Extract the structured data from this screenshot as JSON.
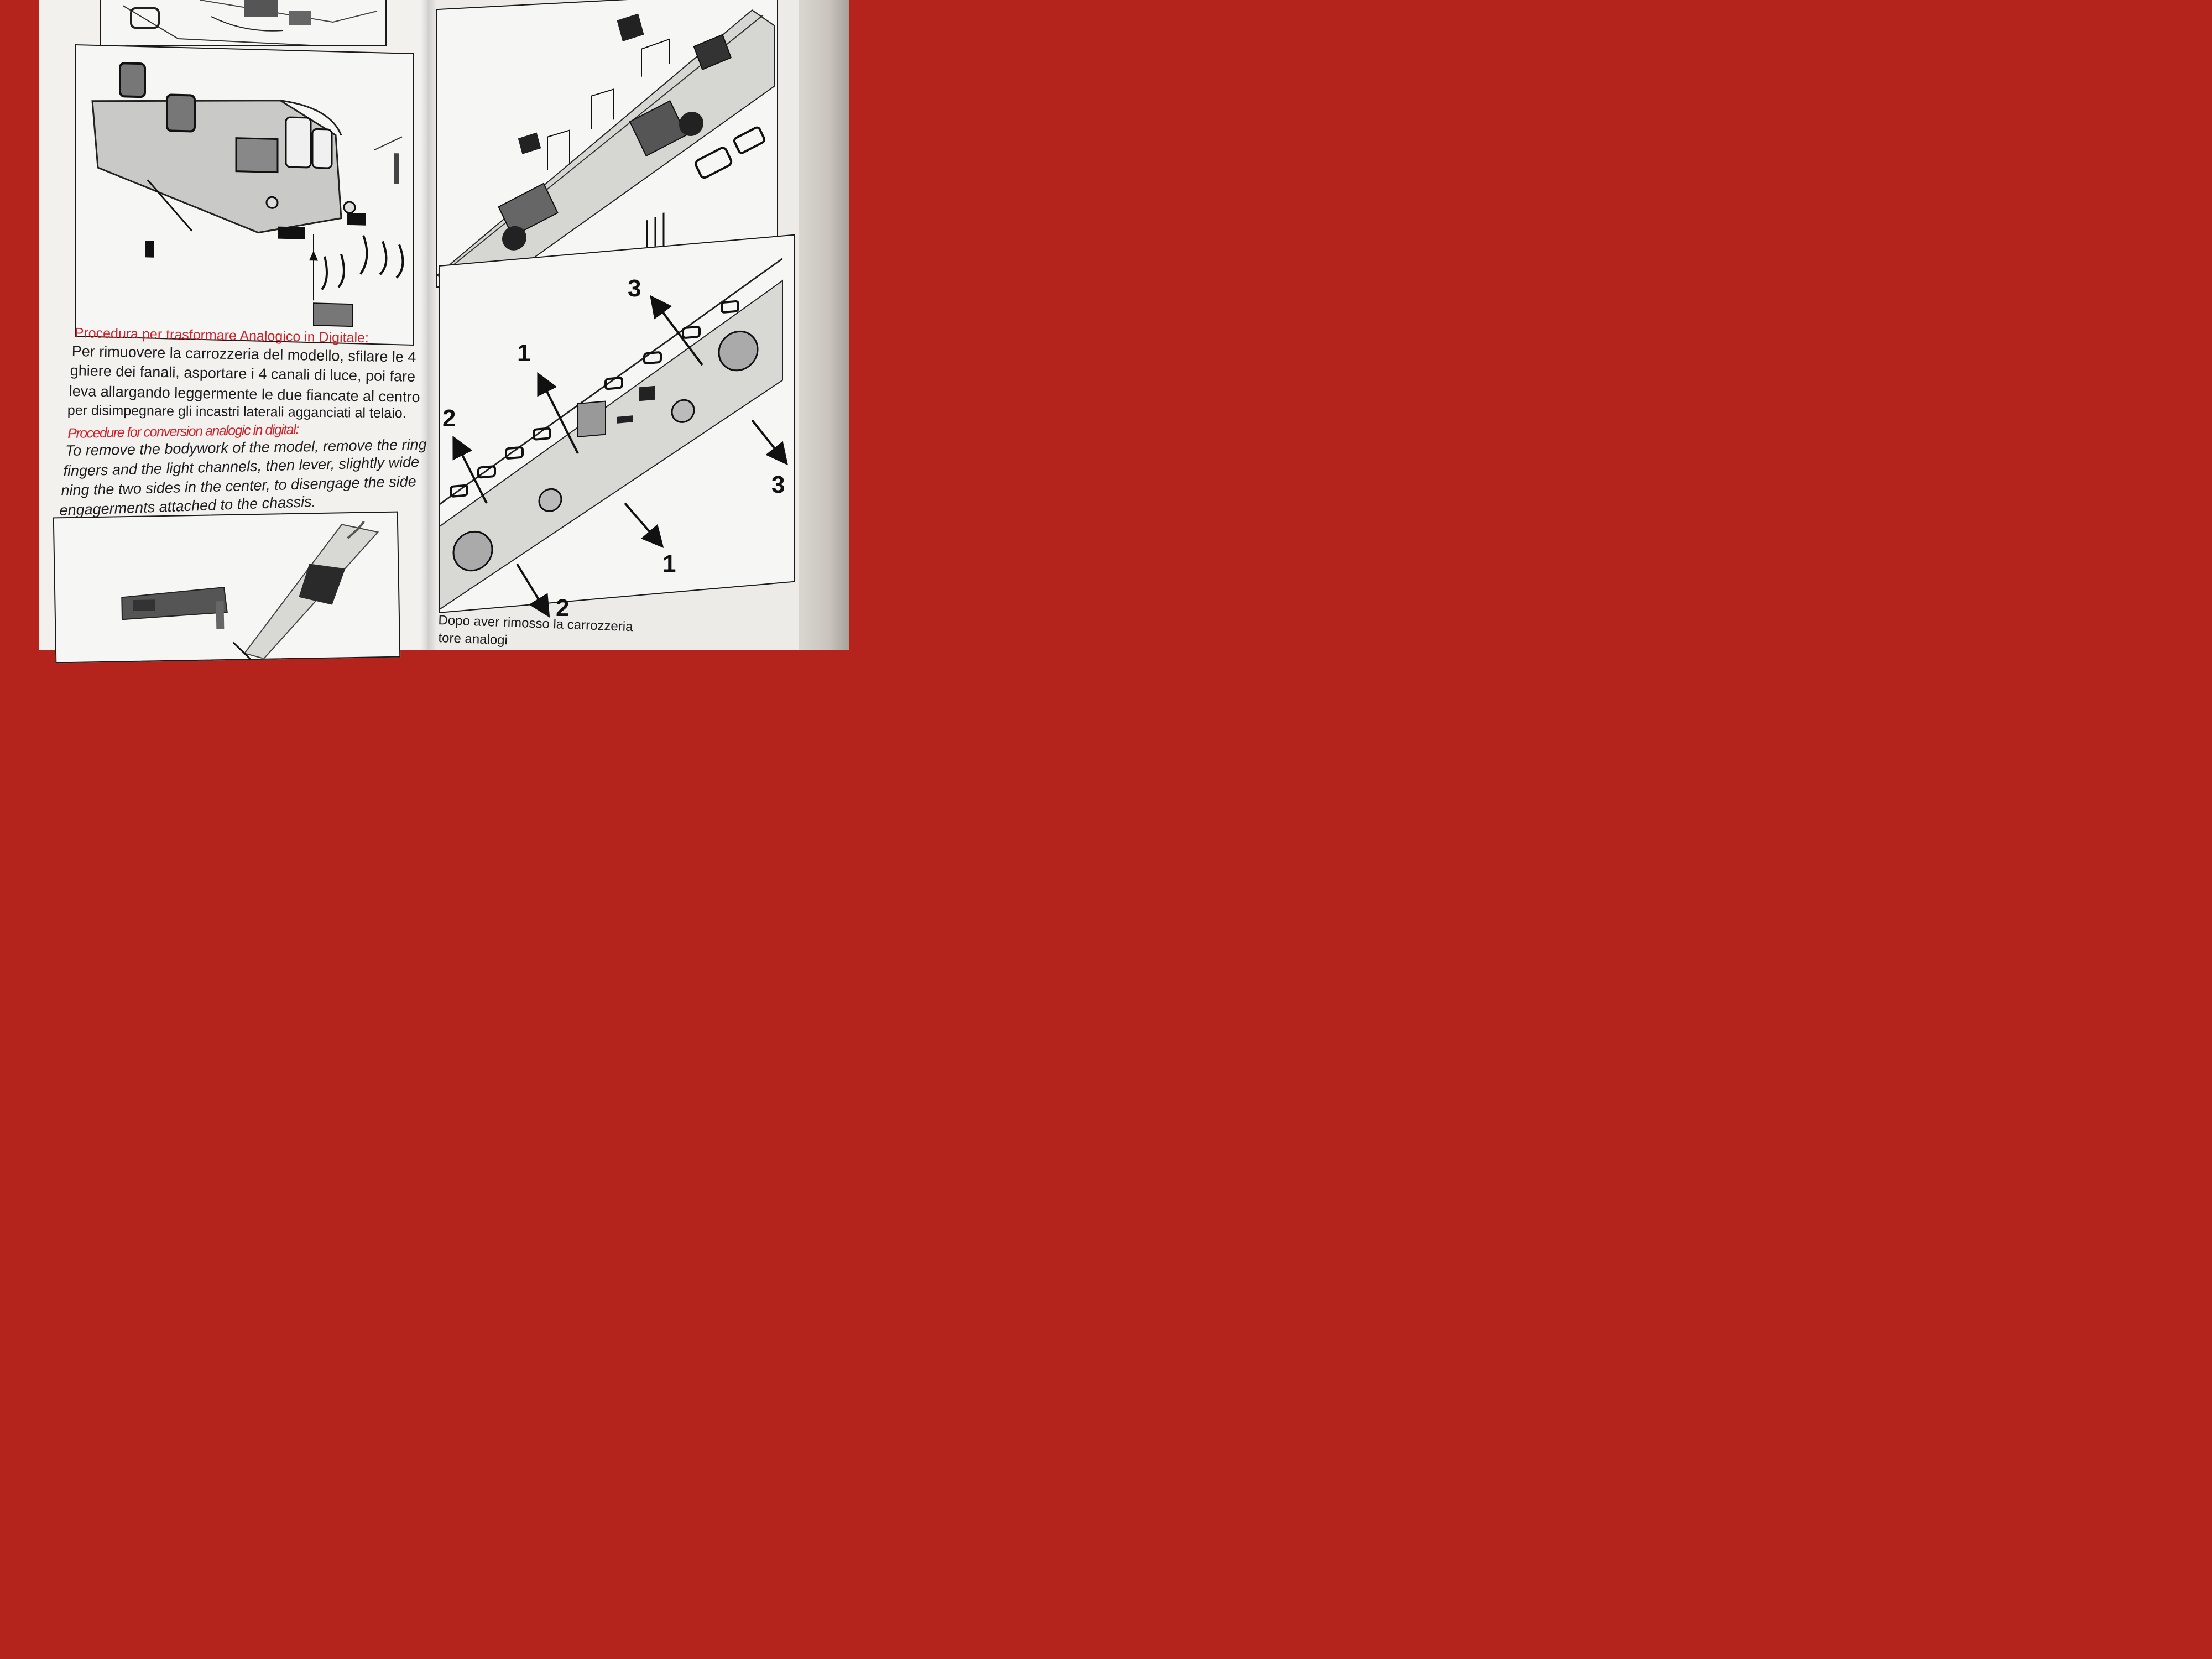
{
  "left_page": {
    "it_heading": "Procedura per trasformare Analogico in Digitale:",
    "it_lines": [
      "Per rimuovere la carrozzeria del modello, sfilare le 4",
      "ghiere dei fanali, asportare i 4 canali di luce, poi fare",
      "leva allargando leggermente le due fiancate al centro",
      "per disimpegnare gli incastri laterali agganciati al telaio."
    ],
    "en_heading": "Procedure for conversion analogic in digital:",
    "en_lines": [
      "To remove the bodywork of the model, remove the ring",
      "fingers and the light channels, then lever, slightly wide",
      "ning the two sides in the center, to disengage the side",
      "engagerments attached to the chassis."
    ]
  },
  "right_page": {
    "callouts": [
      "3",
      "1",
      "2",
      "3",
      "1",
      "2"
    ],
    "bottom_lines": [
      "Dopo aver rimosso la carrozzeria",
      "tore analogi"
    ]
  },
  "colors": {
    "heading_red": "#d0202a",
    "background_red": "#b5241c",
    "paper": "#f3f1ee"
  },
  "icon_names": [
    "arrow-up-icon",
    "arrow-down-icon"
  ]
}
